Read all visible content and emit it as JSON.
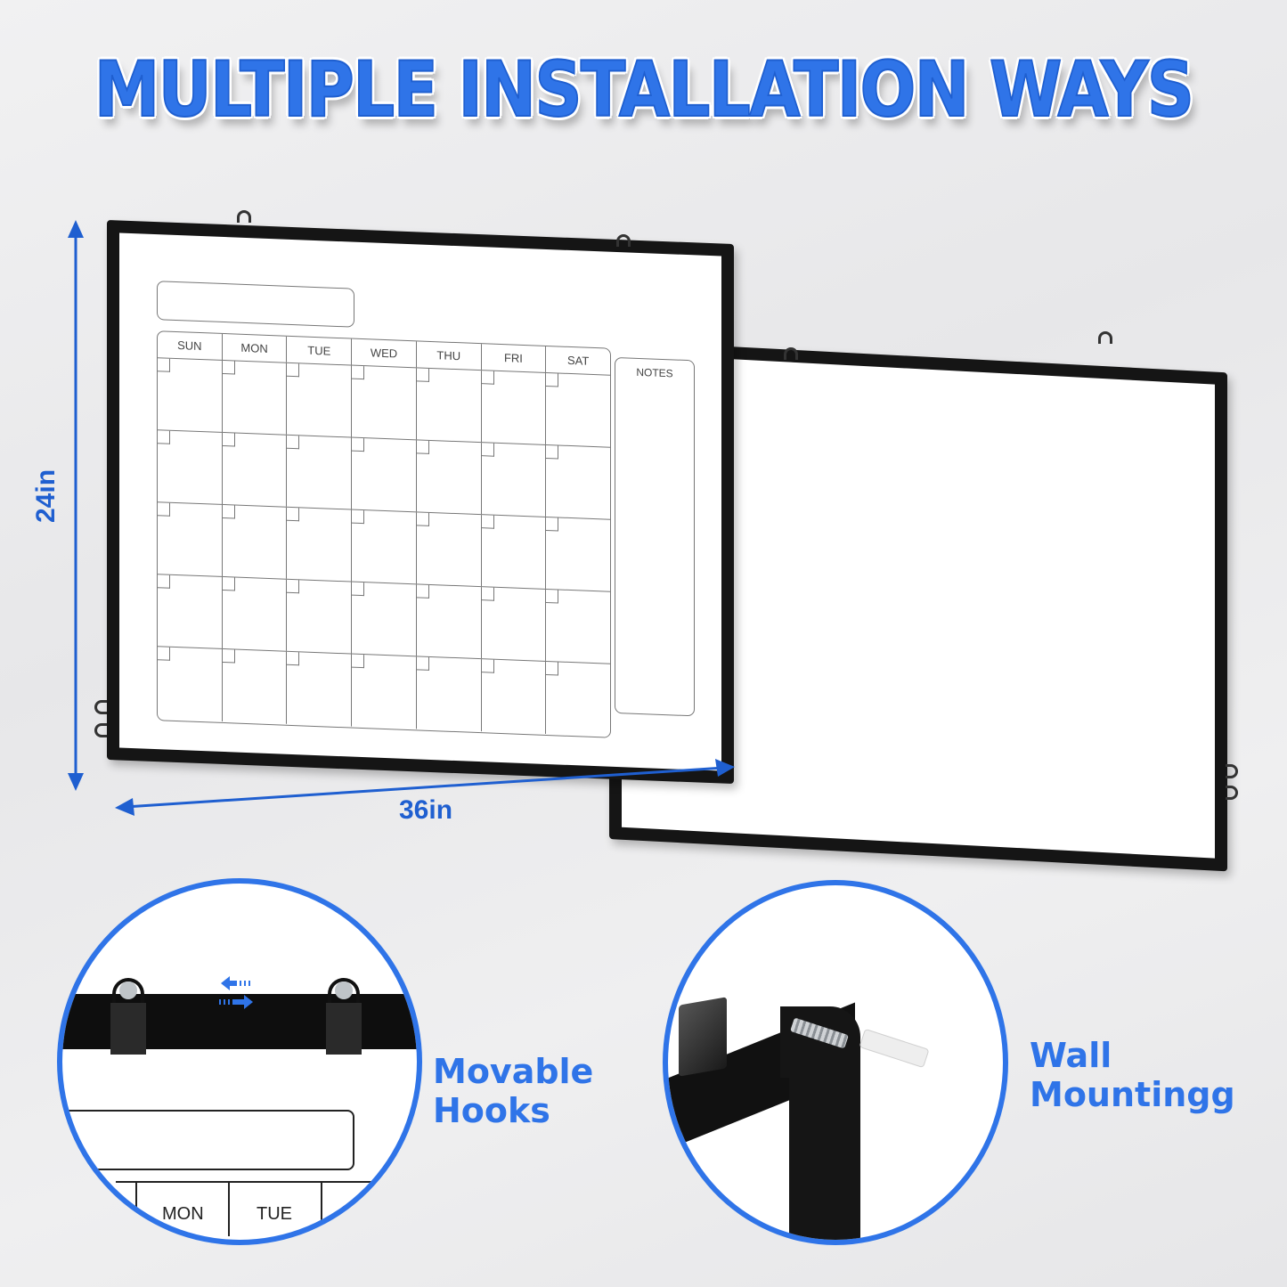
{
  "header": {
    "title": "MULTIPLE INSTALLATION WAYS"
  },
  "dimensions": {
    "height_label": "24in",
    "width_label": "36in"
  },
  "calendar_board": {
    "days": [
      "SUN",
      "MON",
      "TUE",
      "WED",
      "THU",
      "FRI",
      "SAT"
    ],
    "notes_label": "NOTES",
    "weeks": 5
  },
  "features": [
    {
      "line1": "Movable",
      "line2": "Hooks",
      "detail_days": [
        "MON",
        "TUE"
      ]
    },
    {
      "line1": "Wall",
      "line2": "Mountingg"
    }
  ],
  "colors": {
    "accent_blue": "#2f74e8",
    "frame_black": "#151515",
    "background": "#ececee"
  }
}
